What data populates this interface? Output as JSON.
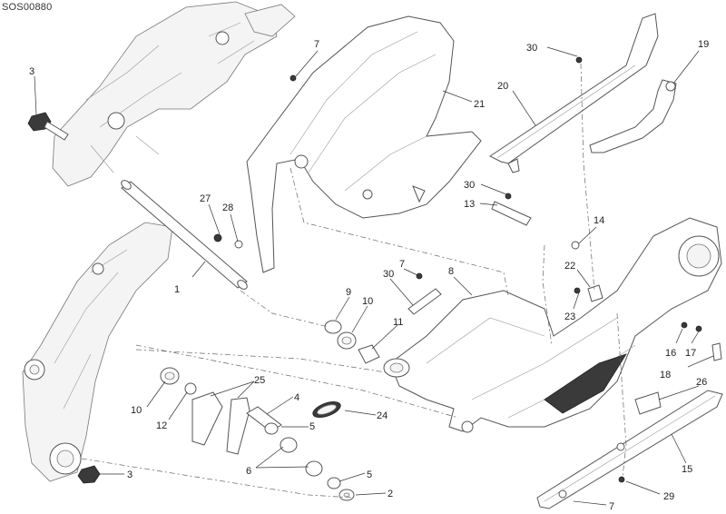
{
  "drawing_code": "SOS00880",
  "callouts": [
    {
      "id": "c1",
      "label": "1"
    },
    {
      "id": "c2",
      "label": "2"
    },
    {
      "id": "c3a",
      "label": "3"
    },
    {
      "id": "c3b",
      "label": "3"
    },
    {
      "id": "c4",
      "label": "4"
    },
    {
      "id": "c5a",
      "label": "5"
    },
    {
      "id": "c5b",
      "label": "5"
    },
    {
      "id": "c6",
      "label": "6"
    },
    {
      "id": "c7a",
      "label": "7"
    },
    {
      "id": "c7b",
      "label": "7"
    },
    {
      "id": "c7c",
      "label": "7"
    },
    {
      "id": "c8",
      "label": "8"
    },
    {
      "id": "c9",
      "label": "9"
    },
    {
      "id": "c10a",
      "label": "10"
    },
    {
      "id": "c10b",
      "label": "10"
    },
    {
      "id": "c11",
      "label": "11"
    },
    {
      "id": "c12",
      "label": "12"
    },
    {
      "id": "c13",
      "label": "13"
    },
    {
      "id": "c14",
      "label": "14"
    },
    {
      "id": "c15",
      "label": "15"
    },
    {
      "id": "c16",
      "label": "16"
    },
    {
      "id": "c17",
      "label": "17"
    },
    {
      "id": "c18",
      "label": "18"
    },
    {
      "id": "c19",
      "label": "19"
    },
    {
      "id": "c20",
      "label": "20"
    },
    {
      "id": "c21",
      "label": "21"
    },
    {
      "id": "c22",
      "label": "22"
    },
    {
      "id": "c23",
      "label": "23"
    },
    {
      "id": "c24",
      "label": "24"
    },
    {
      "id": "c25",
      "label": "25"
    },
    {
      "id": "c26",
      "label": "26"
    },
    {
      "id": "c27",
      "label": "27"
    },
    {
      "id": "c28",
      "label": "28"
    },
    {
      "id": "c29",
      "label": "29"
    },
    {
      "id": "c30a",
      "label": "30"
    },
    {
      "id": "c30b",
      "label": "30"
    },
    {
      "id": "c30c",
      "label": "30"
    }
  ]
}
